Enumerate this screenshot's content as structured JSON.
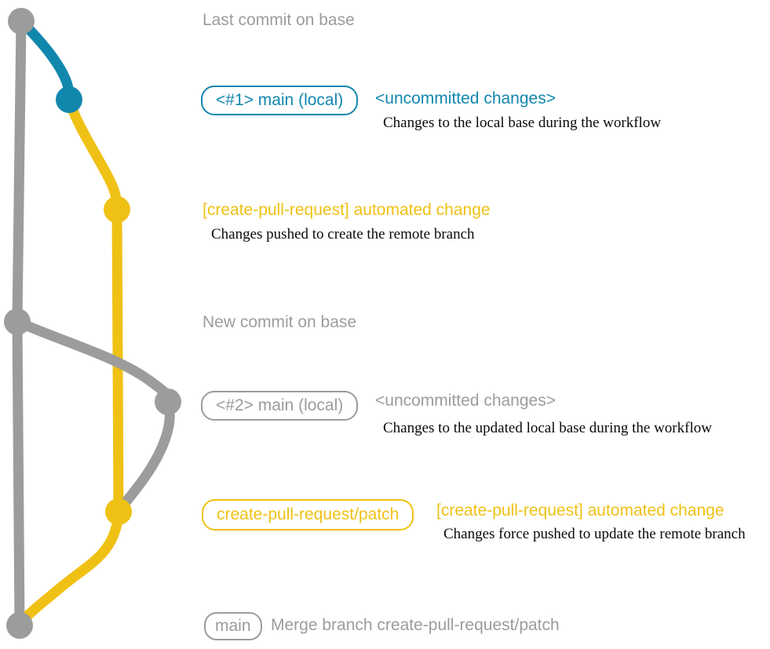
{
  "colors": {
    "gray": "#9c9c9c",
    "blue": "#1287ae",
    "yellow": "#f0c115",
    "text_black": "#0a0a0a",
    "background": "#ffffff"
  },
  "graph": {
    "branches": [
      {
        "name": "base",
        "color_key": "gray"
      },
      {
        "name": "main (local)",
        "color_key": "blue"
      },
      {
        "name": "create-pull-request/patch",
        "color_key": "yellow"
      }
    ],
    "commits": [
      {
        "id": "last-commit-on-base",
        "color_key": "gray"
      },
      {
        "id": "uncommitted-changes-1",
        "color_key": "blue"
      },
      {
        "id": "automated-change-1",
        "color_key": "yellow"
      },
      {
        "id": "new-commit-on-base",
        "color_key": "gray"
      },
      {
        "id": "uncommitted-changes-2",
        "color_key": "gray"
      },
      {
        "id": "automated-change-2",
        "color_key": "yellow"
      },
      {
        "id": "merge-commit",
        "color_key": "gray"
      }
    ]
  },
  "annotations": {
    "last_commit": {
      "label": "Last commit on base"
    },
    "step1": {
      "badge": "<#1> main (local)",
      "status": "<uncommitted changes>",
      "description": "Changes to the local base during the workflow"
    },
    "step2": {
      "title": "[create-pull-request] automated change",
      "description": "Changes pushed to create the remote branch"
    },
    "new_commit": {
      "label": "New commit on base"
    },
    "step3": {
      "badge": "<#2> main (local)",
      "status": "<uncommitted changes>",
      "description": "Changes to the updated local base during the workflow"
    },
    "step4": {
      "badge": "create-pull-request/patch",
      "title": "[create-pull-request] automated change",
      "description": "Changes force pushed to update the remote branch"
    },
    "merge": {
      "badge": "main",
      "label": "Merge branch create-pull-request/patch"
    }
  }
}
